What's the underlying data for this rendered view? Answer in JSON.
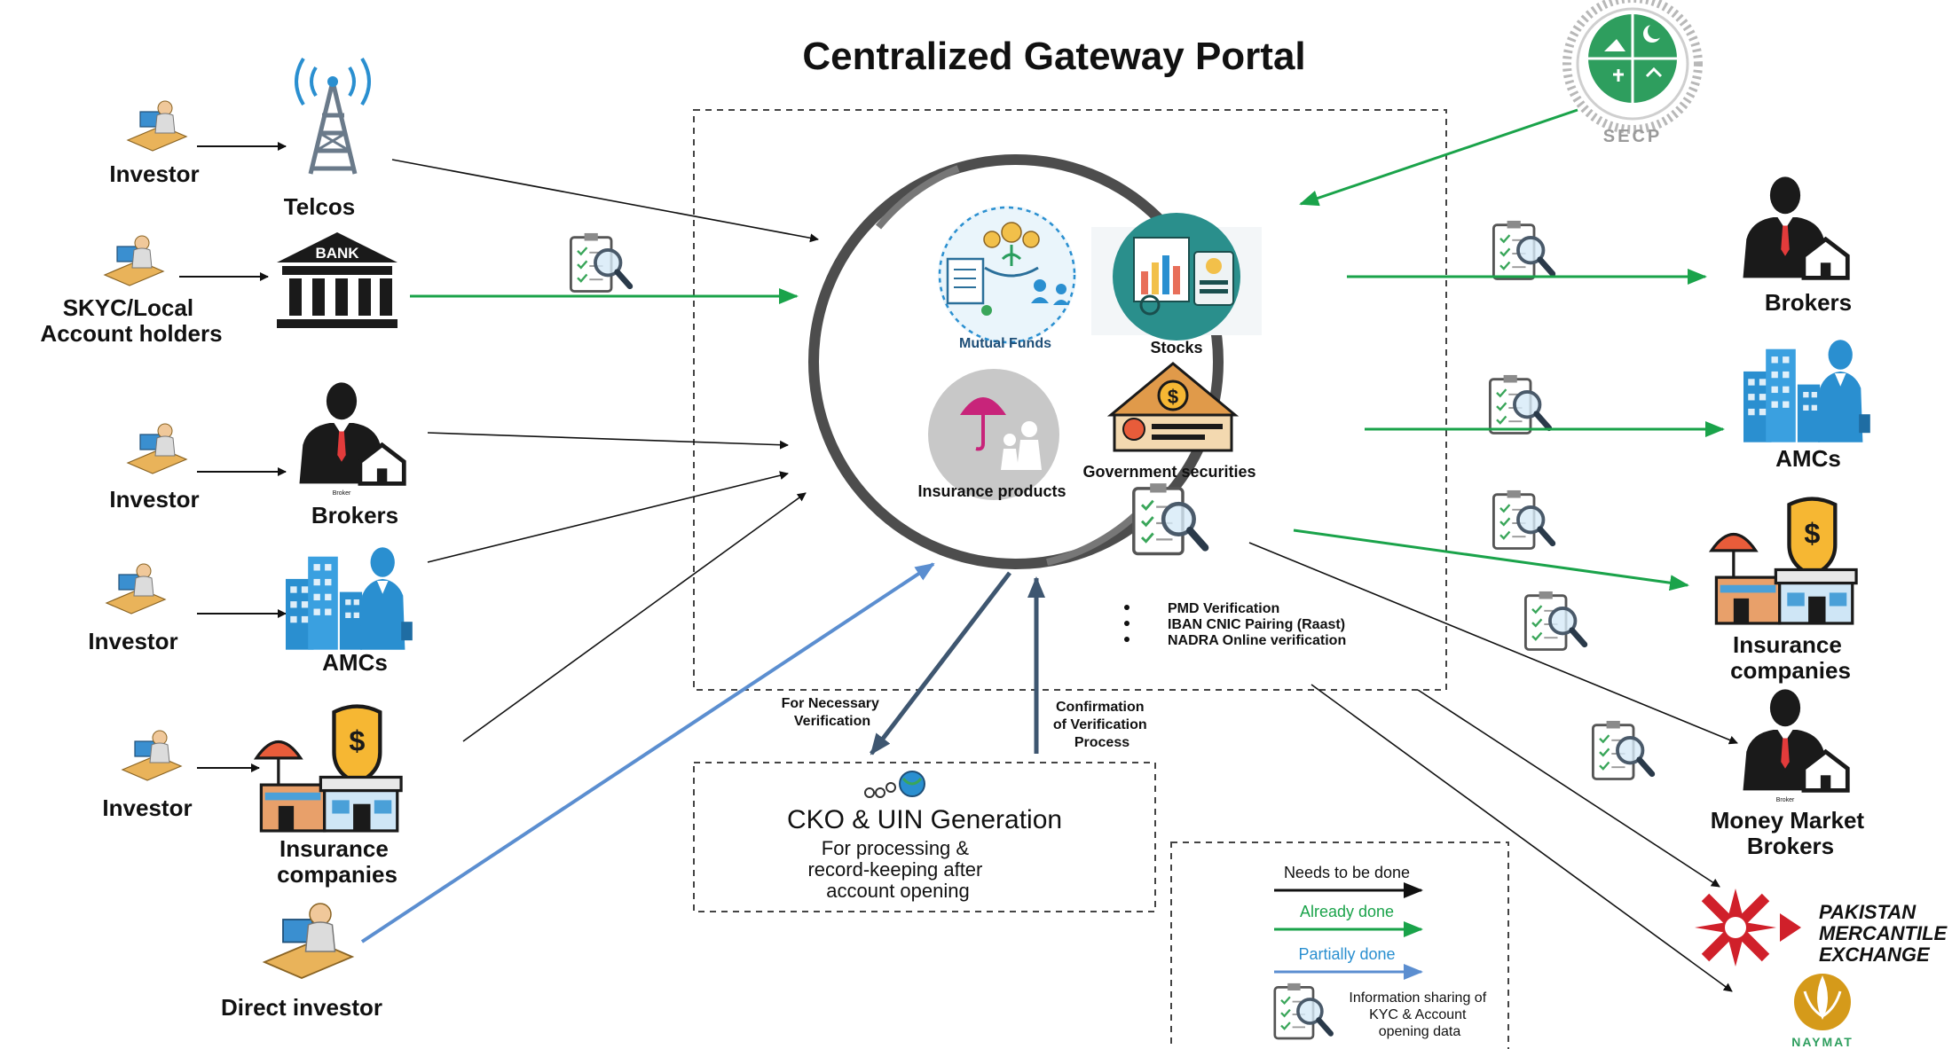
{
  "title": "Centralized Gateway Portal",
  "portal_products": {
    "mutual_funds": "Mutual Funds",
    "stocks": "Stocks",
    "insurance_products": "Insurance products",
    "government_securities": "Government securities"
  },
  "verifications": [
    "PMD Verification",
    "IBAN CNIC Pairing (Raast)",
    "NADRA Online verification"
  ],
  "left_side": {
    "investor": "Investor",
    "telcos": "Telcos",
    "bank_icon_text": "BANK",
    "skyc_line1": "SKYC/Local",
    "skyc_line2": "Account holders",
    "brokers": "Brokers",
    "broker_tag": "Broker",
    "amcs": "AMCs",
    "insurance_line1": "Insurance",
    "insurance_line2": "companies",
    "direct_investor": "Direct investor"
  },
  "right_side": {
    "secp": "SECP",
    "brokers": "Brokers",
    "amcs": "AMCs",
    "insurance_line1": "Insurance",
    "insurance_line2": "companies",
    "mm_line1": "Money Market",
    "mm_line2": "Brokers",
    "broker_tag": "Broker",
    "pmex_line1": "PAKISTAN",
    "pmex_line2": "MERCANTILE",
    "pmex_line3": "EXCHANGE",
    "naymat": "NAYMAT"
  },
  "cko": {
    "necessary_line1": "For Necessary",
    "necessary_line2": "Verification",
    "confirm_line1": "Confirmation",
    "confirm_line2": "of Verification",
    "confirm_line3": "Process",
    "title": "CKO & UIN  Generation",
    "desc_line1": "For processing &",
    "desc_line2": "record-keeping after",
    "desc_line3": "account opening"
  },
  "legend": {
    "needs": "Needs to be done",
    "already": "Already done",
    "partially": "Partially done",
    "info_line1": "Information sharing of",
    "info_line2": "KYC & Account",
    "info_line3": "opening data"
  },
  "colors": {
    "needs": "#111111",
    "already": "#1aa34a",
    "partially": "#5b8ed0",
    "teal": "#2a8f8c",
    "blue": "#2a8fd0",
    "orange": "#e87a3c",
    "secp_green": "#2e9e5e",
    "pmex_red": "#d0202a",
    "naymat_gold": "#d59a1a"
  }
}
